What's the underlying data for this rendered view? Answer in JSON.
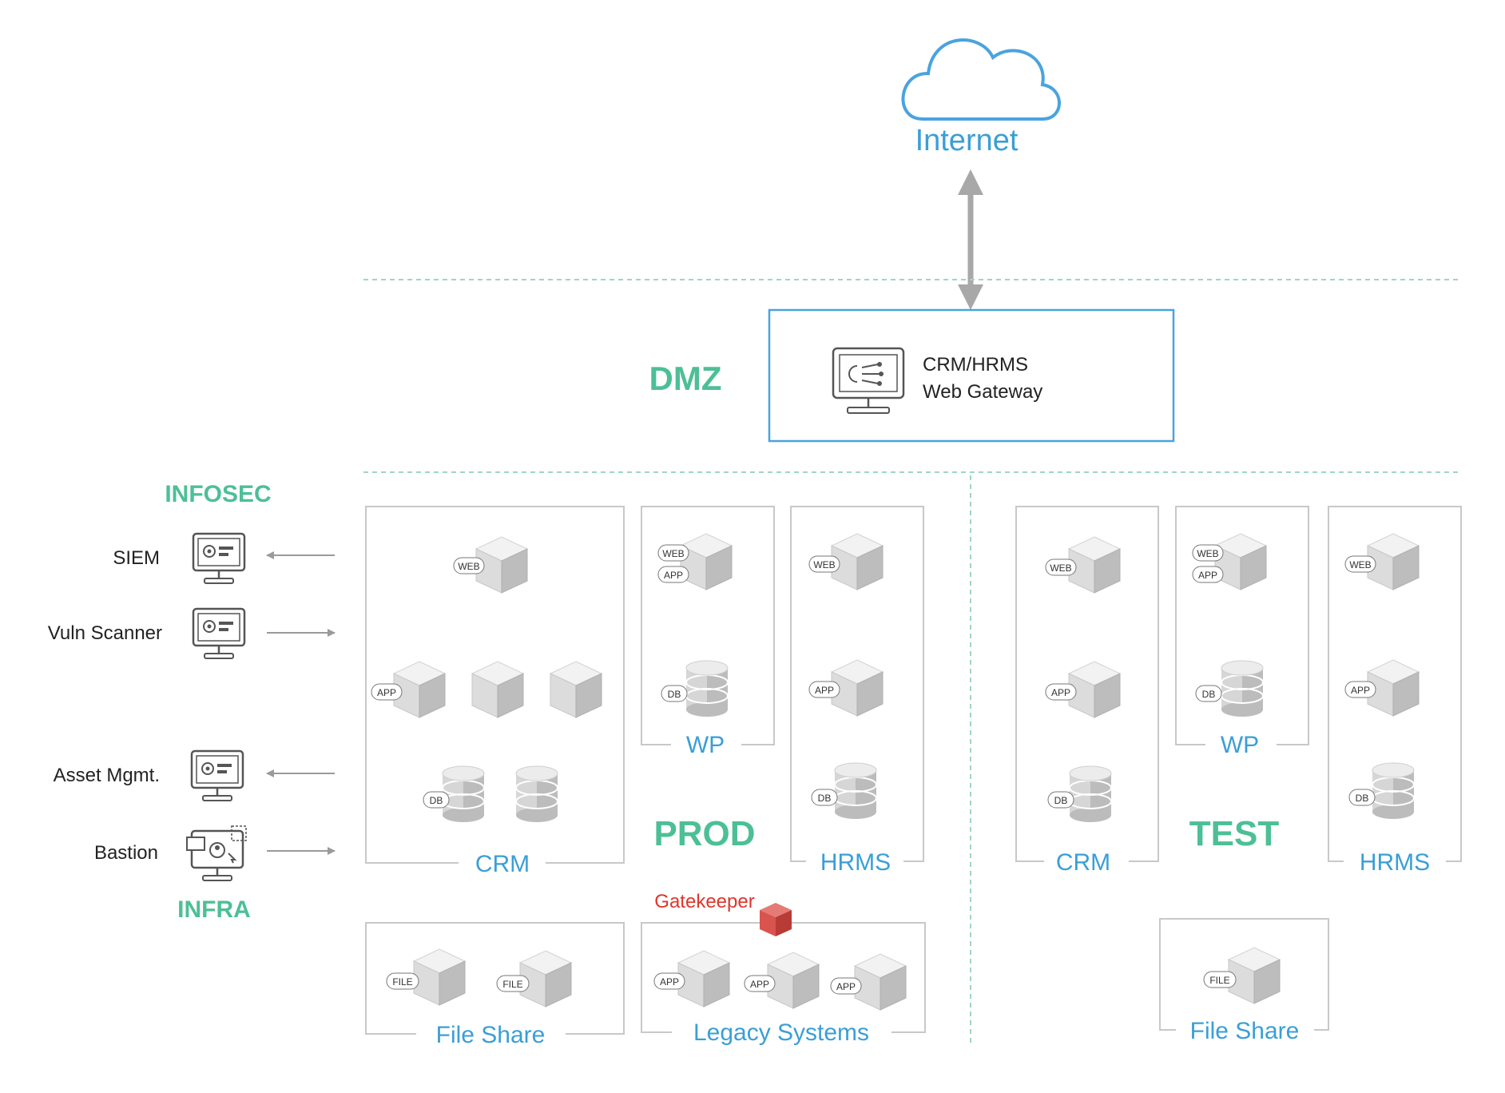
{
  "internet": {
    "label": "Internet"
  },
  "zones": {
    "dmz": "DMZ",
    "prod": "PROD",
    "test": "TEST",
    "infosec": "INFOSEC",
    "infra": "INFRA"
  },
  "gateway": {
    "line1": "CRM/HRMS",
    "line2": "Web Gateway"
  },
  "side_tools": {
    "siem": "SIEM",
    "vuln": "Vuln Scanner",
    "asset": "Asset Mgmt.",
    "bastion": "Bastion"
  },
  "prod": {
    "crm": "CRM",
    "wp": "WP",
    "hrms": "HRMS",
    "fileshare": "File Share",
    "legacy": "Legacy Systems",
    "gatekeeper": "Gatekeeper"
  },
  "test": {
    "crm": "CRM",
    "wp": "WP",
    "hrms": "HRMS",
    "fileshare": "File Share"
  },
  "tags": {
    "web": "WEB",
    "app": "APP",
    "db": "DB",
    "file": "FILE"
  },
  "colors": {
    "accent_green": "#4dbf96",
    "accent_blue": "#3a9fd6",
    "gateway_border": "#4aa3df",
    "cloud_stroke": "#4aa3df",
    "gatekeeper_red": "#e0362c",
    "box_gray": "#c8c8c8",
    "zone_divider": "#9fd6c4"
  }
}
